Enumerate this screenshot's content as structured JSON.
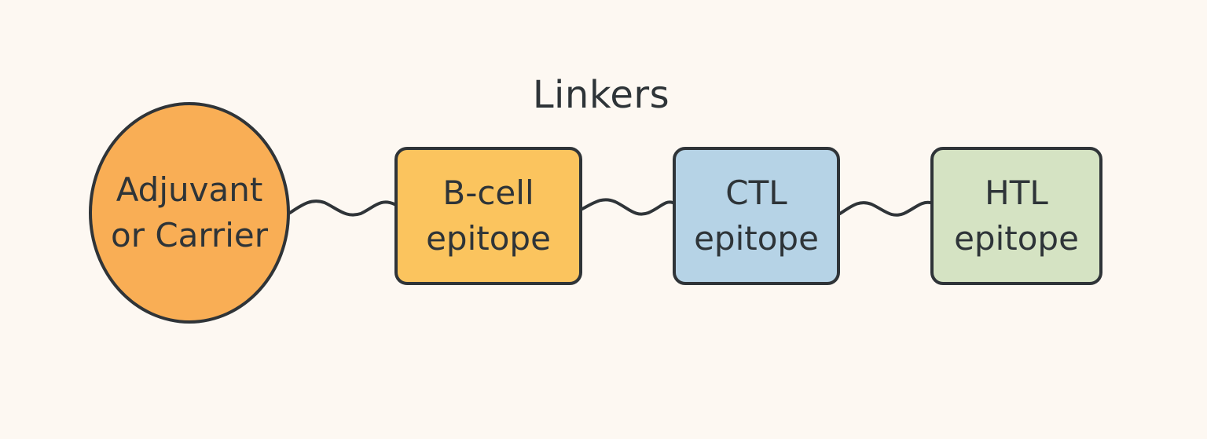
{
  "diagram": {
    "title": "Linkers",
    "nodes": {
      "adjuvant": {
        "line1": "Adjuvant",
        "line2": "or Carrier",
        "fill": "#F9AE55"
      },
      "bcell": {
        "line1": "B-cell",
        "line2": "epitope",
        "fill": "#FBC45E"
      },
      "ctl": {
        "line1": "CTL",
        "line2": "epitope",
        "fill": "#B6D3E6"
      },
      "htl": {
        "line1": "HTL",
        "line2": "epitope",
        "fill": "#D5E3C3"
      }
    },
    "colors": {
      "background": "#FDF8F2",
      "stroke": "#2F3438",
      "text": "#2E3438"
    }
  }
}
